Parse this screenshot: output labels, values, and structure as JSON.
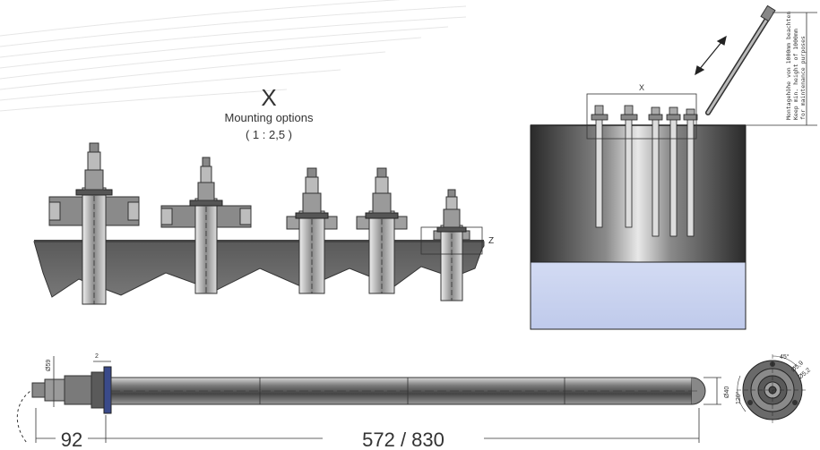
{
  "detail": {
    "letter": "X",
    "caption": "Mounting options",
    "scale": "( 1 : 2,5 )",
    "zoom_label": "Z"
  },
  "tank": {
    "area_label": "X",
    "clearance_note": [
      "Montagehöhe von 1000mm beachten",
      "Keep min. height of 1000mm",
      "for maintenance purposes"
    ]
  },
  "heater": {
    "dim_head": "92",
    "dim_length": "572 / 830",
    "dim_flange_dia": "Ø59",
    "dim_flange_thk": "2",
    "dim_tube_dia": "Ø40"
  },
  "end_view": {
    "angle_top": "45°",
    "angle_left": "120°",
    "dim_a": "Ø5,9",
    "dim_b": "Ø5,2"
  },
  "colors": {
    "steel": "#6f6f6f",
    "liquid": "#c9d3ef",
    "line": "#333333"
  }
}
